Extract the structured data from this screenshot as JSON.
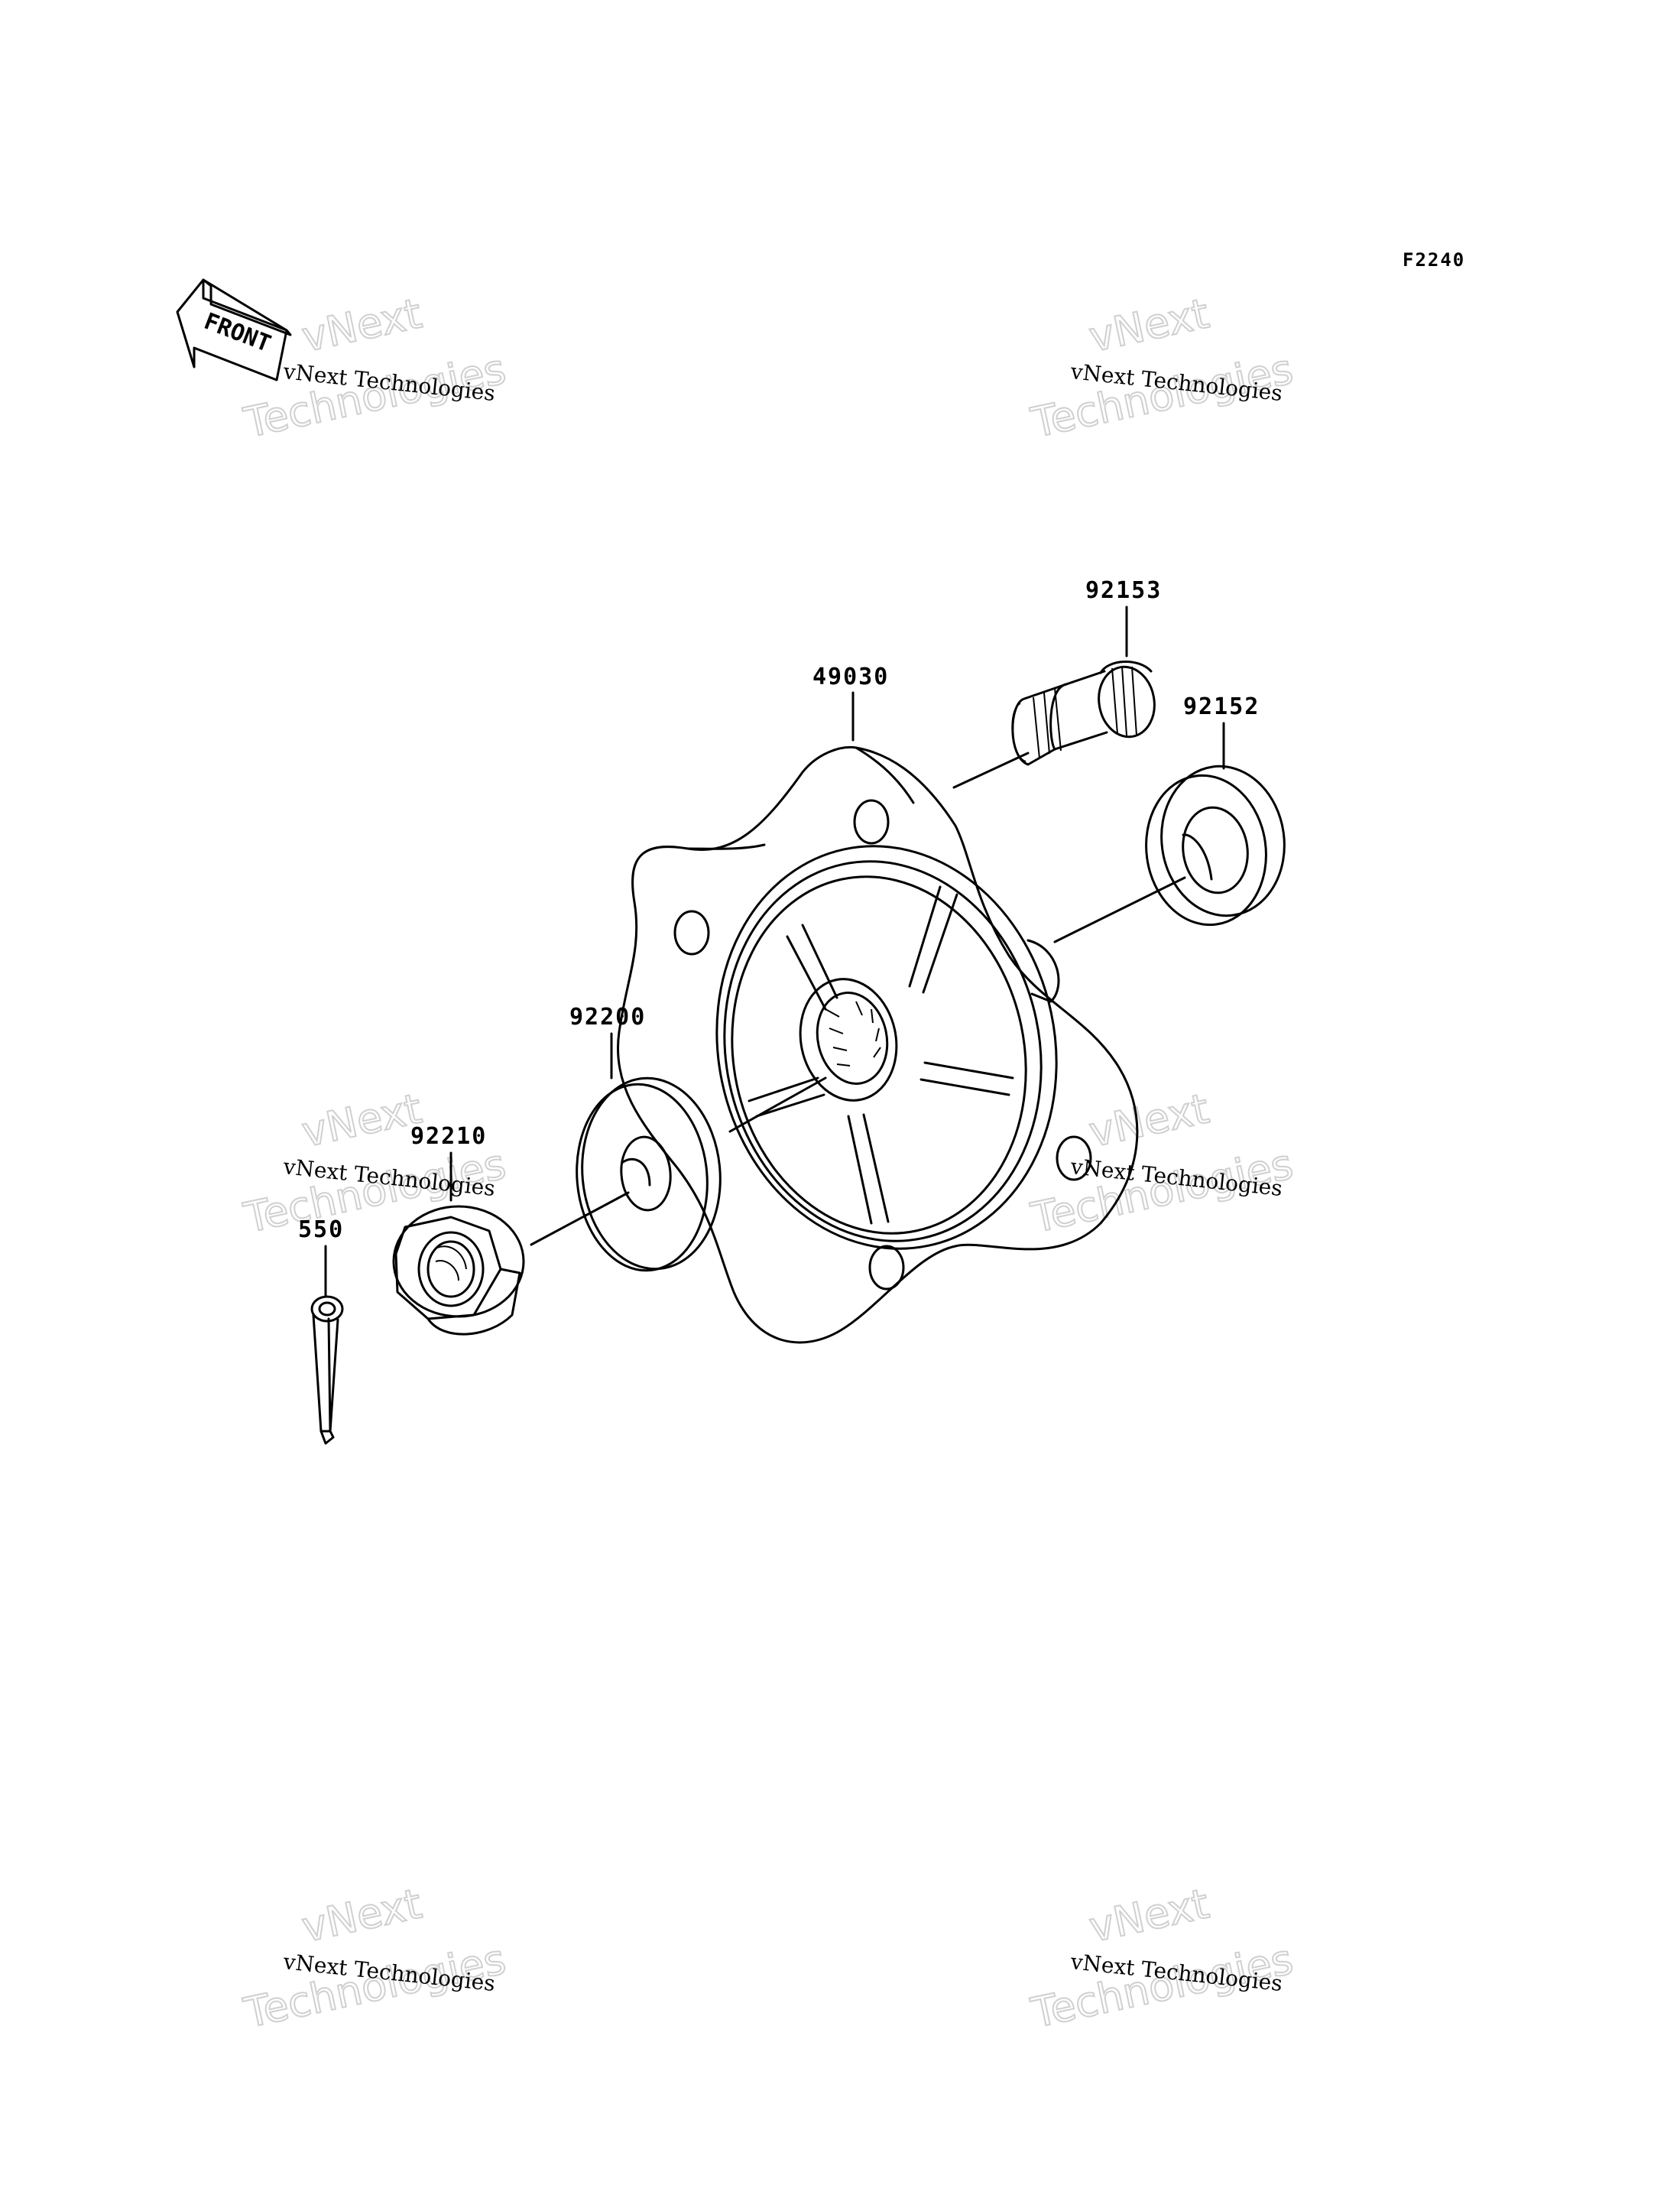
{
  "figure_code": "F2240",
  "front_arrow_label": "FRONT",
  "watermark": {
    "line1": "vNext Technologies",
    "line2a": "vNext",
    "line2b": "Technologies"
  },
  "parts": [
    {
      "number": "92153"
    },
    {
      "number": "49030"
    },
    {
      "number": "92152"
    },
    {
      "number": "92200"
    },
    {
      "number": "92210"
    },
    {
      "number": "550"
    }
  ]
}
